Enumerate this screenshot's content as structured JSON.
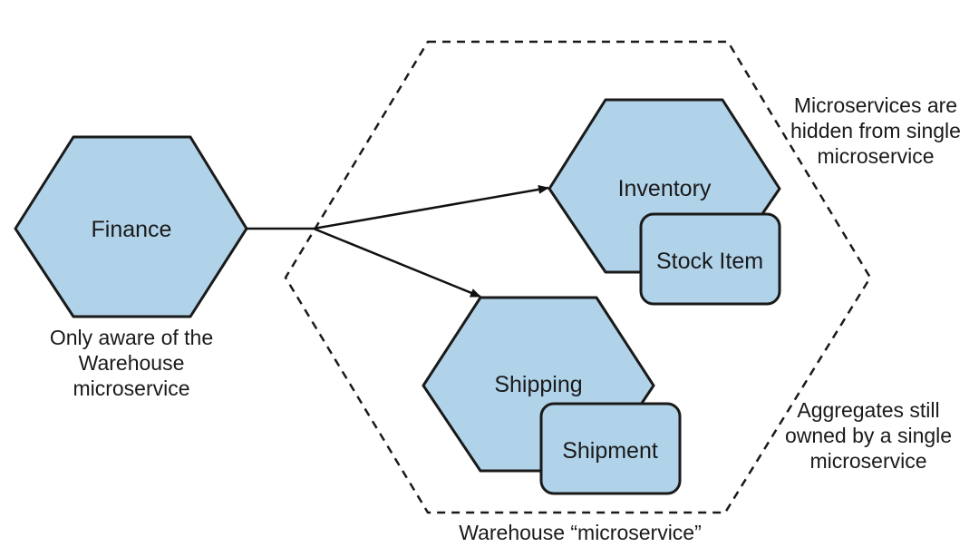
{
  "diagram": {
    "nodes": {
      "finance": "Finance",
      "inventory": "Inventory",
      "stock_item": "Stock Item",
      "shipping": "Shipping",
      "shipment": "Shipment"
    },
    "notes": {
      "finance_note": [
        "Only aware of the",
        "Warehouse",
        "microservice"
      ],
      "hidden_note": [
        "Microservices are",
        "hidden from single",
        "microservice"
      ],
      "aggregates_note": [
        "Aggregates still",
        "owned by a single",
        "microservice"
      ]
    },
    "boundary_label": "Warehouse “microservice”",
    "colors": {
      "node_fill": "#b1d3ea",
      "stroke": "#1a1a1a"
    }
  }
}
